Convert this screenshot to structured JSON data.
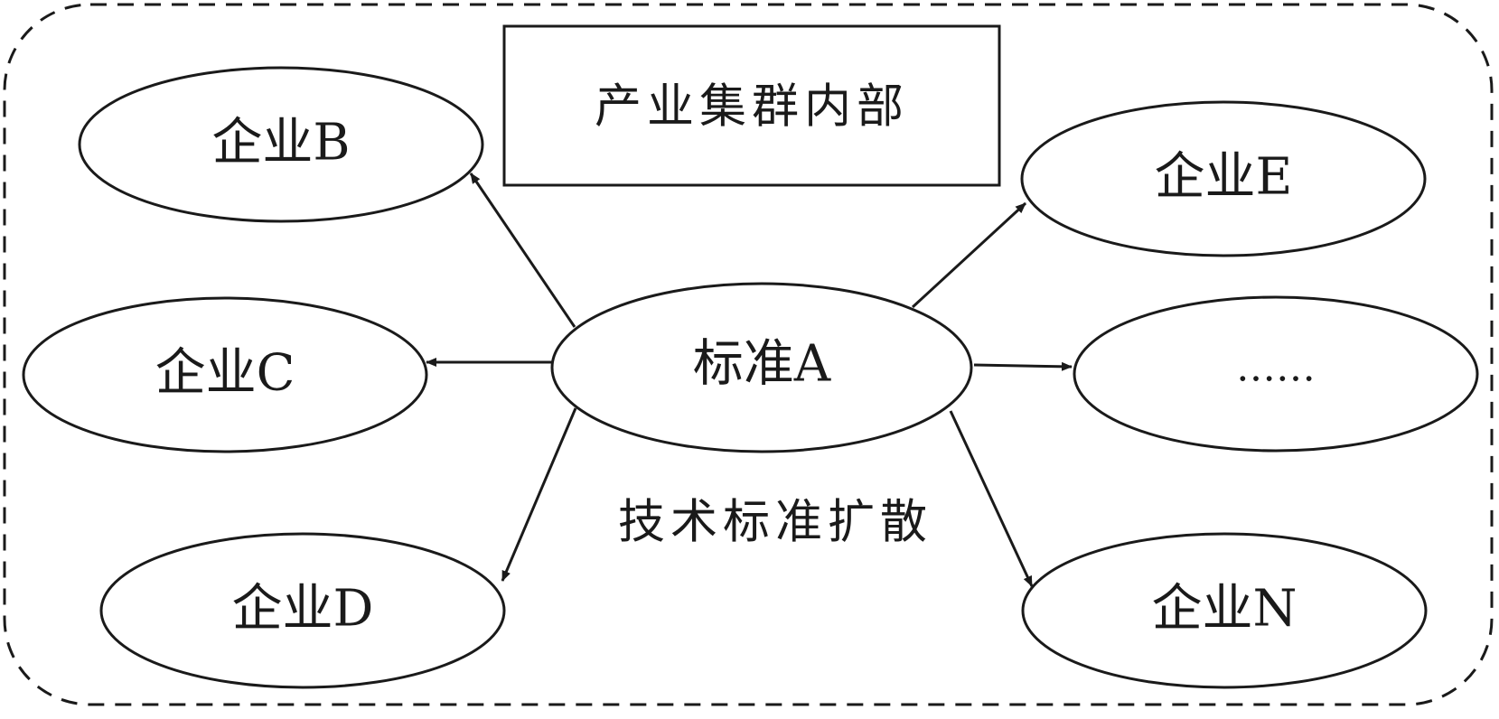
{
  "title": "产业集群内部",
  "center_node": {
    "label": "标准A"
  },
  "caption": "技术标准扩散",
  "nodes": [
    {
      "id": "b",
      "label": "企业B"
    },
    {
      "id": "c",
      "label": "企业C"
    },
    {
      "id": "d",
      "label": "企业D"
    },
    {
      "id": "e",
      "label": "企业E"
    },
    {
      "id": "etc",
      "label": "……"
    },
    {
      "id": "n",
      "label": "企业N"
    }
  ],
  "edges": [
    {
      "from": "center",
      "to": "b"
    },
    {
      "from": "center",
      "to": "c"
    },
    {
      "from": "center",
      "to": "d"
    },
    {
      "from": "center",
      "to": "e"
    },
    {
      "from": "center",
      "to": "etc"
    },
    {
      "from": "center",
      "to": "n"
    }
  ],
  "colors": {
    "stroke": "#1a1a1a",
    "background": "#ffffff"
  }
}
